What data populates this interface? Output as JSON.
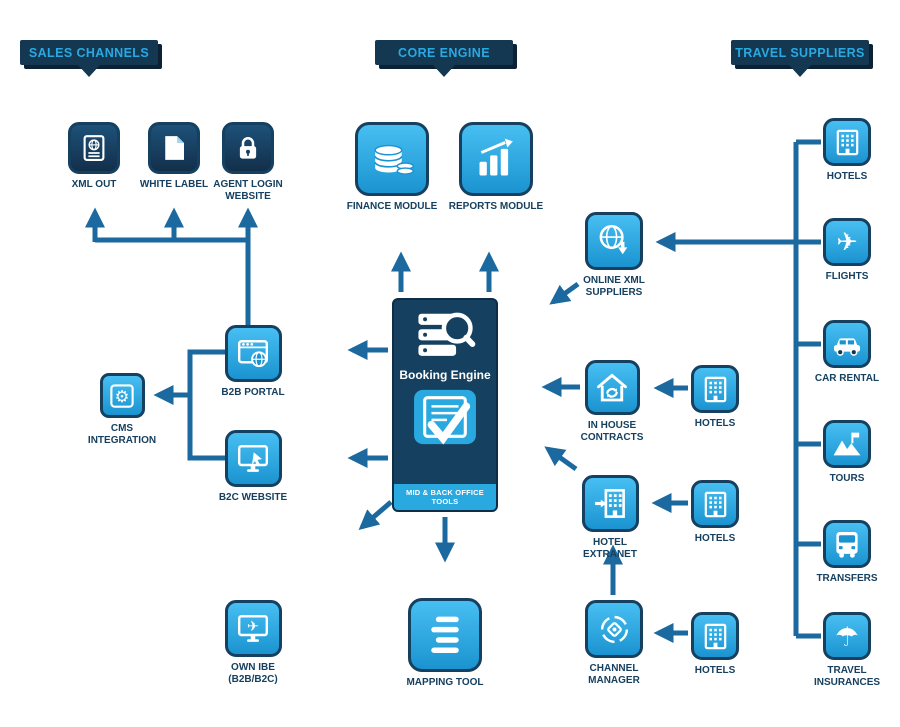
{
  "banners": {
    "sales_channels": "SALES CHANNELS",
    "core_engine": "CORE ENGINE",
    "travel_suppliers": "TRAVEL SUPPLIERS"
  },
  "nodes": {
    "xml_out": {
      "label": "XML OUT"
    },
    "white_label": {
      "label": "WHITE LABEL"
    },
    "agent_login_website": {
      "label": "AGENT LOGIN WEBSITE"
    },
    "finance_module": {
      "label": "FINANCE MODULE"
    },
    "reports_module": {
      "label": "REPORTS MODULE"
    },
    "online_xml_suppliers": {
      "label": "ONLINE XML SUPPLIERS"
    },
    "cms_integration": {
      "label": "CMS INTEGRATION"
    },
    "b2b_portal": {
      "label": "B2B PORTAL"
    },
    "b2c_website": {
      "label": "B2C WEBSITE"
    },
    "own_ibe": {
      "label": "OWN IBE (B2B/B2C)"
    },
    "mapping_tool": {
      "label": "MAPPING TOOL"
    },
    "in_house_contracts": {
      "label": "IN HOUSE CONTRACTS"
    },
    "hotel_extranet": {
      "label": "HOTEL EXTRANET"
    },
    "channel_manager": {
      "label": "CHANNEL MANAGER"
    },
    "hotels_1": {
      "label": "HOTELS"
    },
    "hotels_2": {
      "label": "HOTELS"
    },
    "hotels_3": {
      "label": "HOTELS"
    }
  },
  "booking_engine": {
    "title": "Booking Engine",
    "footer": "MID & BACK OFFICE TOOLS"
  },
  "suppliers": {
    "hotels": {
      "label": "HOTELS"
    },
    "flights": {
      "label": "FLIGHTS"
    },
    "car_rental": {
      "label": "CAR RENTAL"
    },
    "tours": {
      "label": "TOURS"
    },
    "transfers": {
      "label": "TRANSFERS"
    },
    "travel_insurances": {
      "label": "TRAVEL INSURANCES"
    }
  },
  "colors": {
    "navy": "#16405f",
    "banner_bg": "#143752",
    "accent_blue": "#2aa9e1",
    "icon_blue": "#1b93d0",
    "arrow_blue": "#1b699f"
  }
}
